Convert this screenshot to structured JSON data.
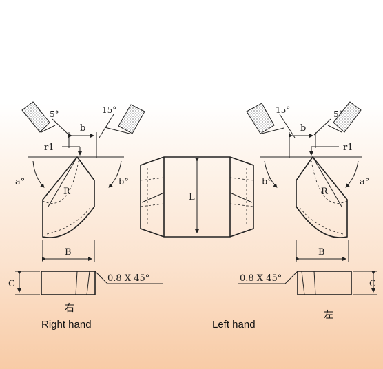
{
  "labels": {
    "angle_5": "5°",
    "angle_15": "15°",
    "b": "b",
    "r1": "r1",
    "a_deg": "a°",
    "b_deg": "b°",
    "R": "R",
    "B": "B",
    "L": "L",
    "C": "C",
    "chamfer": "0.8 X 45°"
  },
  "captions": {
    "right_cn": "右",
    "right_en": "Right hand",
    "left_en": "Left hand",
    "left_cn": "左"
  }
}
